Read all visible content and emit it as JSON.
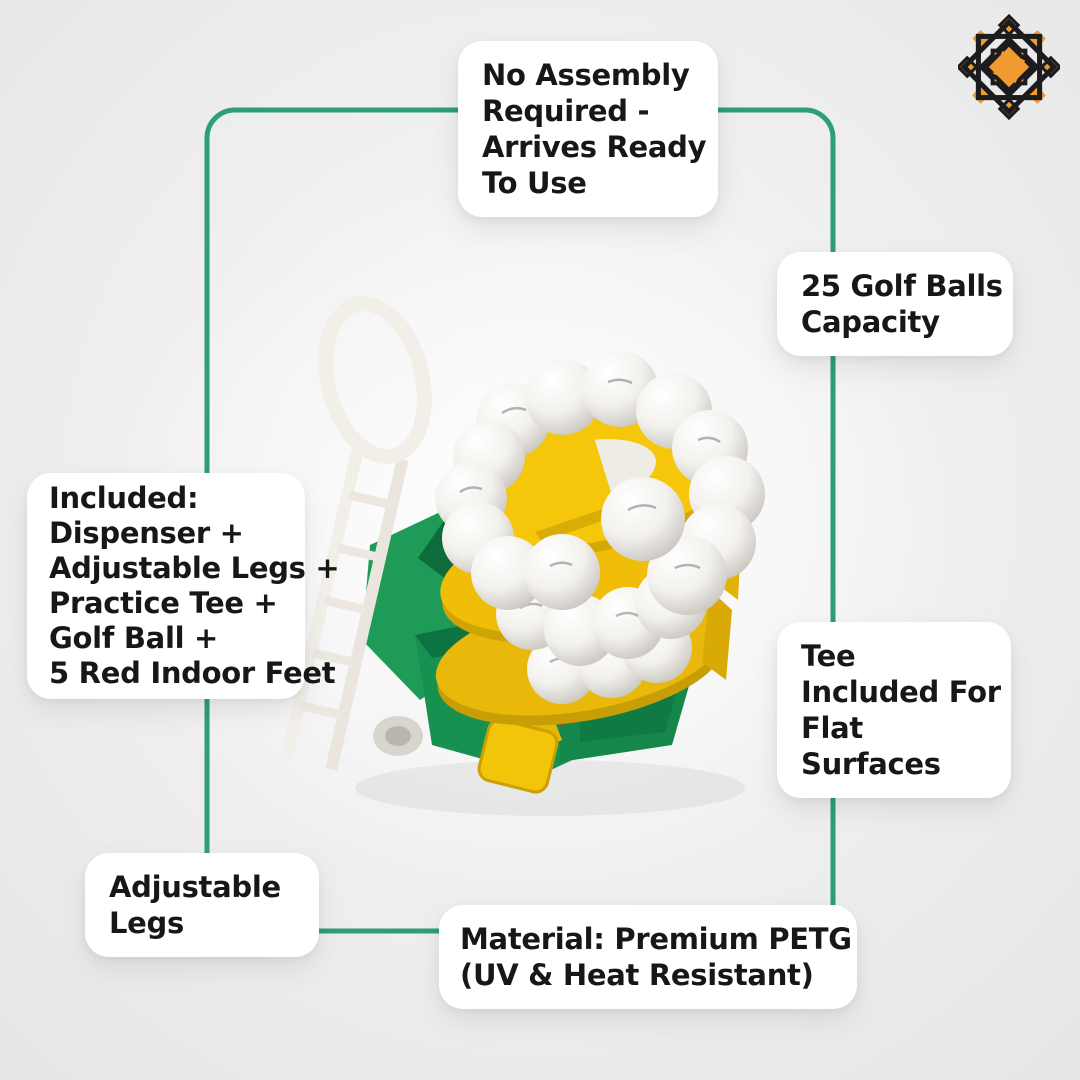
{
  "page": {
    "alt": "Product infographic of a green and yellow golf ball dispenser with spiral tray, white handle and practice tee, annotated with feature callouts",
    "background_color": "#ededed"
  },
  "colors": {
    "frame_line": "#2D9E78",
    "callout_bg": "#ffffff",
    "callout_text": "#171717",
    "logo_orange": "#F09B30",
    "logo_black": "#1C1C1E",
    "product_green": "#1B9A55",
    "product_yellow": "#F2C40A",
    "product_red": "#C03A2B",
    "product_white": "#F2EFE9"
  },
  "logo": {
    "name": "geometric-star-emblem"
  },
  "callouts": {
    "no_assembly": {
      "lines": [
        "No Assembly",
        "Required -",
        "Arrives Ready",
        "To Use"
      ]
    },
    "capacity": {
      "lines": [
        "25 Golf Balls",
        "Capacity"
      ]
    },
    "included": {
      "lines": [
        "Included:",
        "Dispenser +",
        "Adjustable Legs +",
        "Practice Tee +",
        "Golf Ball +",
        "5 Red Indoor Feet"
      ]
    },
    "tee": {
      "lines": [
        "Tee",
        "Included For",
        "Flat",
        "Surfaces"
      ]
    },
    "legs": {
      "lines": [
        "Adjustable",
        "Legs"
      ]
    },
    "material": {
      "lines": [
        "Material: Premium PETG",
        "(UV & Heat Resistant)"
      ]
    }
  }
}
